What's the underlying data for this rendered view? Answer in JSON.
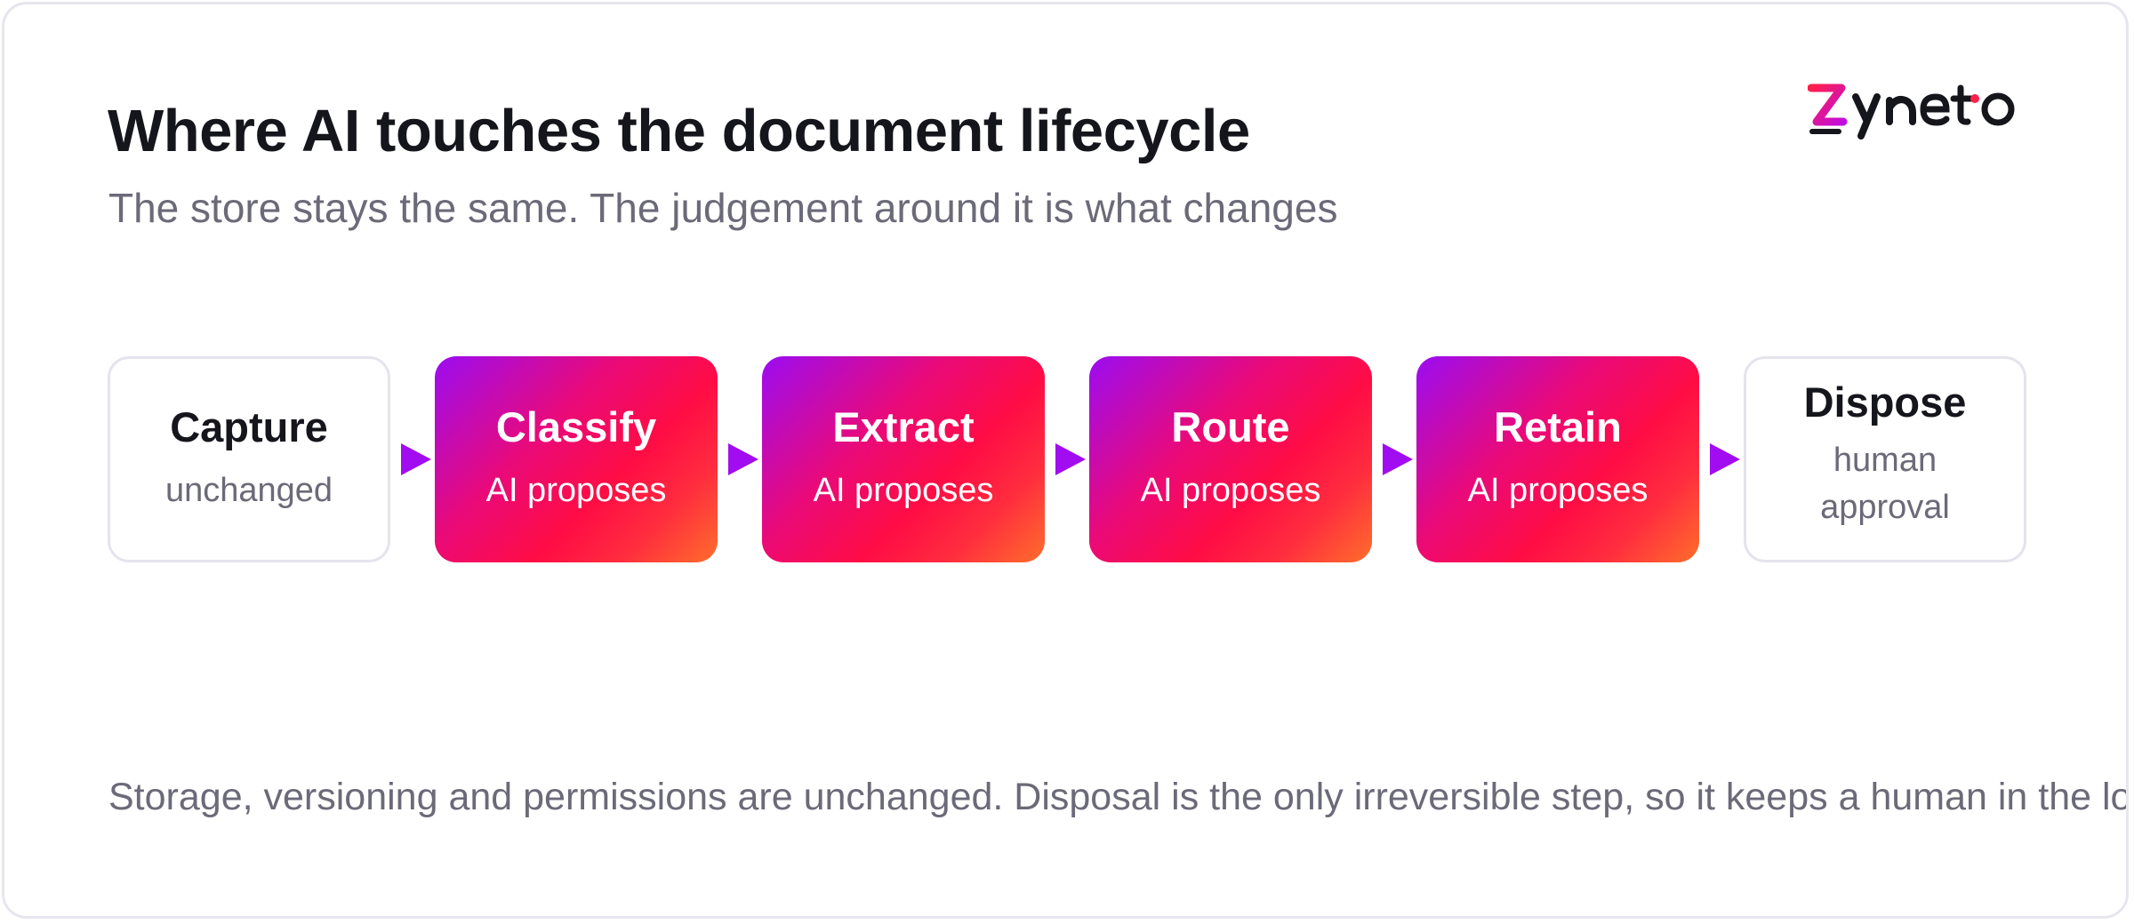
{
  "header": {
    "title": "Where AI touches the document lifecycle",
    "subtitle": "The store stays the same. The judgement around it is what changes",
    "logo_text": "zyneto"
  },
  "flow": {
    "stages": [
      {
        "name": "Capture",
        "note": "unchanged",
        "style": "plain"
      },
      {
        "name": "Classify",
        "note": "AI proposes",
        "style": "ai"
      },
      {
        "name": "Extract",
        "note": "AI proposes",
        "style": "ai"
      },
      {
        "name": "Route",
        "note": "AI proposes",
        "style": "ai"
      },
      {
        "name": "Retain",
        "note": "AI proposes",
        "style": "ai"
      },
      {
        "name": "Dispose",
        "note": "human approval",
        "style": "plain"
      }
    ],
    "arrow_color": "#a20cf0"
  },
  "footer": {
    "note": "Storage, versioning and permissions are unchanged. Disposal is the only irreversible step, so it keeps a human in the loop."
  },
  "colors": {
    "title": "#15151c",
    "muted": "#6b6a78",
    "border": "#e4e4ec",
    "gradient_start": "#9b0cf2",
    "gradient_mid": "#ff0c45",
    "gradient_end": "#ff6e2c",
    "logo_accent": "#ff1f4b"
  }
}
